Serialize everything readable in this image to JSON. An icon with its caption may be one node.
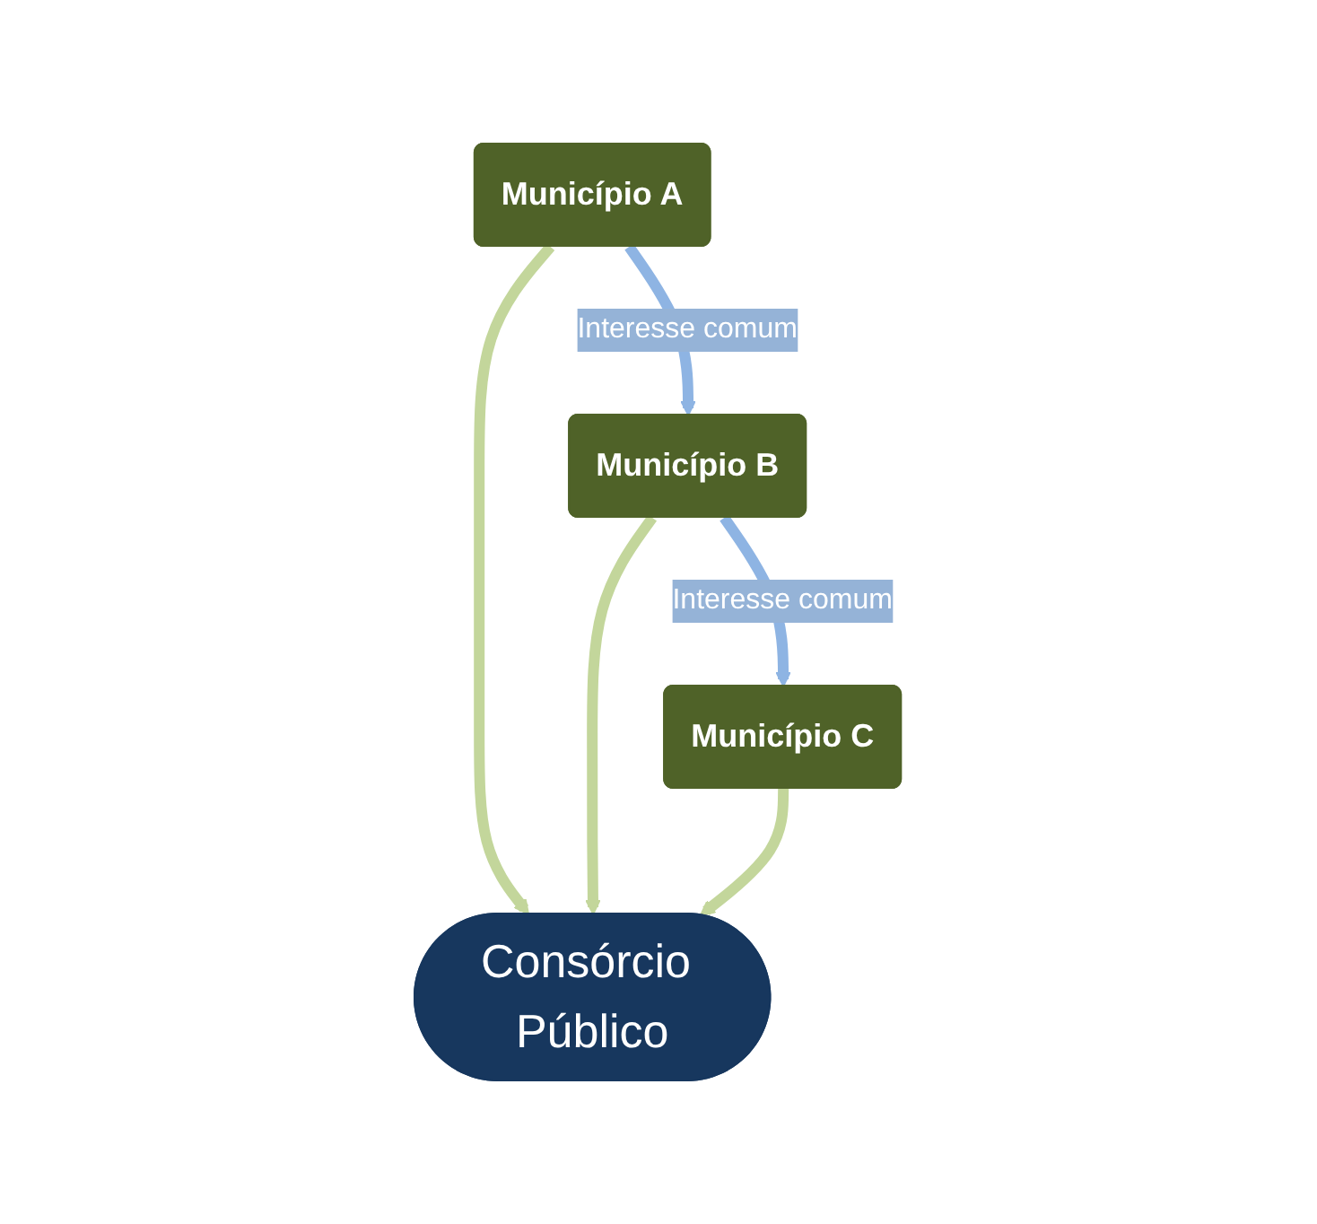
{
  "diagram": {
    "nodes": [
      {
        "text": [
          "Município A"
        ]
      },
      {
        "text": [
          "Município B"
        ]
      },
      {
        "text": [
          "Município C"
        ]
      },
      {
        "text": [
          "Consórcio Público"
        ]
      }
    ],
    "edges": [
      {
        "from": 0,
        "to": 1,
        "arrow": "to",
        "label": "Interesse comum",
        "color": "#8eb4e3"
      },
      {
        "from": 1,
        "to": 2,
        "arrow": "to",
        "label": "Interesse comum",
        "color": "#8eb4e3"
      },
      {
        "from": 0,
        "to": 3,
        "arrow": "to"
      },
      {
        "from": 1,
        "to": 3,
        "arrow": "to"
      },
      {
        "from": 2,
        "to": 3,
        "arrow": "to"
      }
    ]
  }
}
